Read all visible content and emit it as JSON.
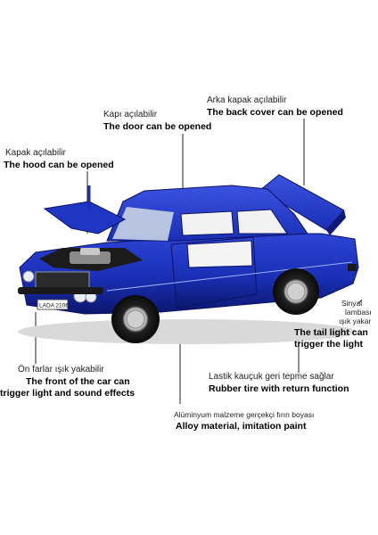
{
  "labels": {
    "hood": {
      "tr": "Kapak açılabilir",
      "en": "The hood can be opened"
    },
    "door": {
      "tr": "Kapı açılabilir",
      "en": "The door can be opened"
    },
    "back": {
      "tr": "Arka kapak açılabilir",
      "en": "The back cover can be opened"
    },
    "front": {
      "tr": "Ön farlar ışık yakabilir",
      "en1": "The front of the car can",
      "en2": "trigger light and sound effects"
    },
    "tire": {
      "tr": "Lastik kauçuk geri tepme sağlar",
      "en": "Rubber tire with return function"
    },
    "tail": {
      "tr1": "Sinyal",
      "tr2": "lambası",
      "tr3": "ışık yakar",
      "en1": "The tail light can",
      "en2": "trigger the light"
    },
    "material": {
      "tr": "Alüminyum malzeme gerçekçi fırın boyası",
      "en": "Alloy material, imitation paint"
    }
  },
  "car": {
    "plate": "LADA 2106",
    "body_color": "#1a2fb5",
    "body_dark": "#0d1a7a"
  }
}
